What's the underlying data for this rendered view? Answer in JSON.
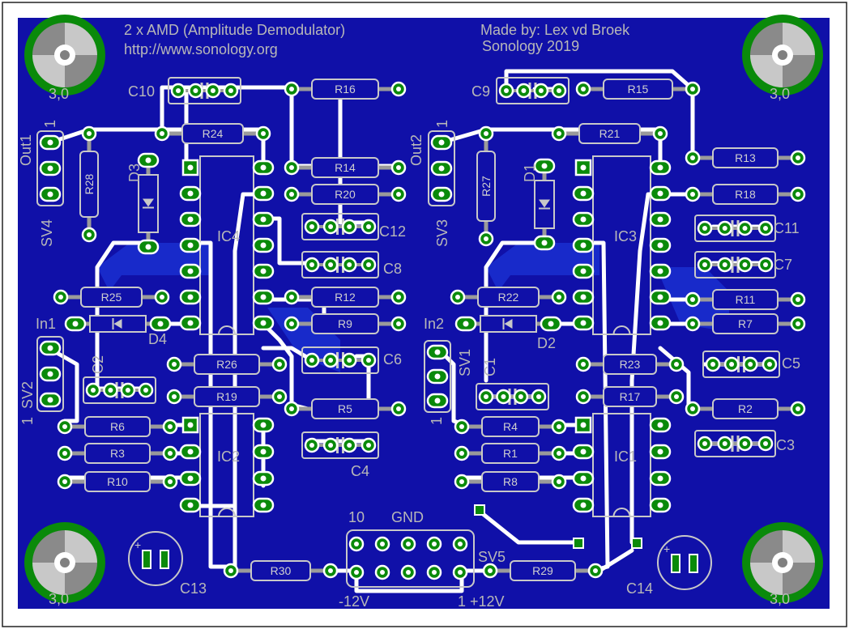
{
  "board": {
    "title_line1": "2 x AMD (Amplitude Demodulator)",
    "title_line2": "http://www.sonology.org",
    "credit_line1": "Made by: Lex vd Broek",
    "credit_line2": "Sonology 2019",
    "colors": {
      "board_fill": "#1010a8",
      "copper": "#1830d8",
      "pad_green": "#0a8a0a",
      "pad_white": "#ffffff",
      "silkscreen": "#b8b8b8",
      "trace": "#ffffff"
    }
  },
  "mounting_holes": [
    {
      "label": "3,0"
    },
    {
      "label": "3,0"
    },
    {
      "label": "3,0"
    },
    {
      "label": "3,0"
    }
  ],
  "ics": {
    "ic1": "IC1",
    "ic2": "IC2",
    "ic3": "IC3",
    "ic4": "IC4"
  },
  "resistors": {
    "r1": "R1",
    "r2": "R2",
    "r3": "R3",
    "r4": "R4",
    "r5": "R5",
    "r6": "R6",
    "r7": "R7",
    "r8": "R8",
    "r9": "R9",
    "r10": "R10",
    "r11": "R11",
    "r12": "R12",
    "r13": "R13",
    "r14": "R14",
    "r15": "R15",
    "r16": "R16",
    "r17": "R17",
    "r18": "R18",
    "r19": "R19",
    "r20": "R20",
    "r21": "R21",
    "r22": "R22",
    "r23": "R23",
    "r24": "R24",
    "r25": "R25",
    "r26": "R26",
    "r27": "R27",
    "r28": "R28",
    "r29": "R29",
    "r30": "R30"
  },
  "capacitors": {
    "c1": "C1",
    "c2": "C2",
    "c3": "C3",
    "c4": "C4",
    "c5": "C5",
    "c6": "C6",
    "c7": "C7",
    "c8": "C8",
    "c9": "C9",
    "c10": "C10",
    "c11": "C11",
    "c12": "C12",
    "c13": "C13",
    "c14": "C14"
  },
  "diodes": {
    "d1": "D1",
    "d2": "D2",
    "d3": "D3",
    "d4": "D4"
  },
  "connectors": {
    "sv1": "SV1",
    "sv2": "SV2",
    "sv3": "SV3",
    "sv4": "SV4",
    "sv5": "SV5",
    "in1": "In1",
    "in2": "In2",
    "out1": "Out1",
    "out2": "Out2",
    "pin1": "1",
    "power_pin10": "10",
    "power_gnd": "GND",
    "power_minus12": "-12V",
    "power_plus12": "1 +12V"
  }
}
